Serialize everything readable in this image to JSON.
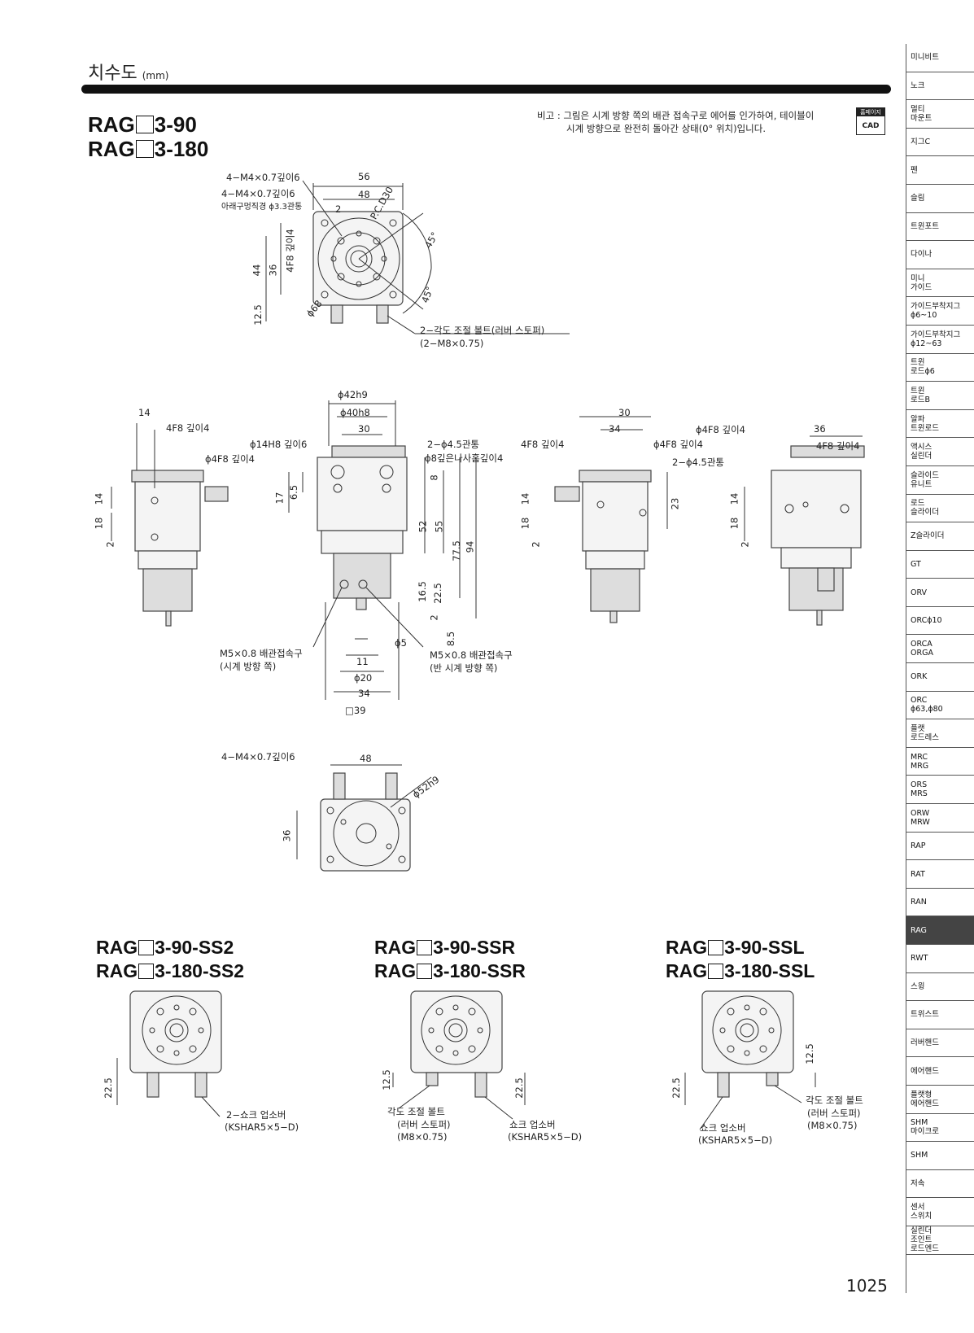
{
  "header": {
    "section_title": "치수도",
    "unit": "(mm)"
  },
  "models": {
    "main_line1": "RAG",
    "main_line1_suffix": "3-90",
    "main_line2": "RAG",
    "main_line2_suffix": "3-180",
    "ss2_line1": "RAG",
    "ss2_line1_suffix": "3-90-SS2",
    "ss2_line2": "RAG",
    "ss2_line2_suffix": "3-180-SS2",
    "ssr_line1": "RAG",
    "ssr_line1_suffix": "3-90-SSR",
    "ssr_line2": "RAG",
    "ssr_line2_suffix": "3-180-SSR",
    "ssl_line1": "RAG",
    "ssl_line1_suffix": "3-90-SSL",
    "ssl_line2": "RAG",
    "ssl_line2_suffix": "3-180-SSL"
  },
  "note": {
    "line1": "비고 : 그림은 시계 방향 쪽의 배관 접속구로 에어를 인가하여, 테이블이",
    "line2": "시계 방향으로 완전히 돌아간 상태(0° 위치)입니다.",
    "badge_top": "홈페이지",
    "badge_bottom": "CAD"
  },
  "top_view": {
    "l1": "4−M4×0.7깊이6",
    "l2": "4−M4×0.7깊이6",
    "l3": "아래구멍직경 ϕ3.3관통",
    "d56": "56",
    "d48": "48",
    "d2": "2",
    "pcd": "P.C.D30",
    "a45a": "45°",
    "a45b": "45°",
    "d44": "44",
    "d36": "36",
    "d12_5": "12.5",
    "hole": "4F8 깊이4",
    "phi68": "ϕ68",
    "bolt1": "2−각도 조절 볼트(러버 스토퍼)",
    "bolt2": "(2−M8×0.75)"
  },
  "front_view": {
    "phi42": "ϕ42h9",
    "phi40": "ϕ40h8",
    "d30": "30",
    "phi14": "ϕ14H8 깊이6",
    "phi45": "2−ϕ4.5관통",
    "phi8": "ϕ8깊은나사홈깊이4",
    "d17": "17",
    "d6_5": "6.5",
    "d52": "52",
    "d55": "55",
    "d77_5": "77.5",
    "d94": "94",
    "d16_5": "16.5",
    "d22_5": "22.5",
    "d2": "2",
    "d8": "8",
    "d8_5": "8.5",
    "m5a": "M5×0.8 배관접속구",
    "m5a2": "(시계 방향 쪽)",
    "m5b": "M5×0.8 배관접속구",
    "m5b2": "(반 시계 방향 쪽)",
    "phi5": "ϕ5",
    "d11": "11",
    "phi20": "ϕ20",
    "d34": "34",
    "sq39": "39"
  },
  "left_view": {
    "d14": "14",
    "hole1": "4F8 깊이4",
    "hole2": "ϕ4F8 깊이4",
    "d14b": "14",
    "d18": "18",
    "d2": "2"
  },
  "right_view": {
    "d30": "30",
    "d34": "34",
    "hole1": "4F8 깊이4",
    "hole2": "ϕ4F8 깊이4",
    "phi45": "2−ϕ4.5관통",
    "d14": "14",
    "d18": "18",
    "d2": "2",
    "d23": "23"
  },
  "side_view": {
    "hole": "ϕ4F8 깊이4",
    "d36": "36",
    "hole2": "4F8 깊이4",
    "d14": "14",
    "d18": "18",
    "d2": "2"
  },
  "bottom_view": {
    "l1": "4−M4×0.7깊이6",
    "d48": "48",
    "phi52": "ϕ52h9",
    "d36": "36"
  },
  "variants": {
    "ss2_dim": "22.5",
    "ss2_a": "2−쇼크 업소버",
    "ss2_b": "(KSHAR5×5−D)",
    "ssr_dim1": "12.5",
    "ssr_dim2": "22.5",
    "ssr_a": "각도 조절 볼트",
    "ssr_b": "(러버 스토퍼)",
    "ssr_c": "(M8×0.75)",
    "ssr_d": "쇼크 업소버",
    "ssr_e": "(KSHAR5×5−D)",
    "ssl_dim1": "22.5",
    "ssl_dim2": "12.5",
    "ssl_a": "각도 조절 볼트",
    "ssl_b": "(러버 스토퍼)",
    "ssl_c": "(M8×0.75)",
    "ssl_d": "쇼크 업소버",
    "ssl_e": "(KSHAR5×5−D)"
  },
  "sidebar": {
    "items": [
      "미니비트",
      "노크",
      "멀티\n마운트",
      "지그C",
      "펜",
      "슬림",
      "트윈포트",
      "다이나",
      "미니\n가이드",
      "가이드부착지그\nϕ6~10",
      "가이드부착지그\nϕ12~63",
      "트윈\n로드ϕ6",
      "트윈\n로드B",
      "알파\n트윈로드",
      "액시스\n실린더",
      "슬라이드\n유니트",
      "로드\n슬라이더",
      "Z슬라이더",
      "GT",
      "ORV",
      "ORCϕ10",
      "ORCA\nORGA",
      "ORK",
      "ORC\nϕ63,ϕ80",
      "플랫\n로드레스",
      "MRC\nMRG",
      "ORS\nMRS",
      "ORW\nMRW",
      "RAP",
      "RAT",
      "RAN",
      "RAG",
      "RWT",
      "스윙",
      "트위스트",
      "러버핸드",
      "에어핸드",
      "플랫형\n에어핸드",
      "SHM\n마이크로",
      "SHM",
      "저속",
      "센서\n스위치",
      "실린더\n조인트\n로드엔드"
    ],
    "active": "RAG"
  },
  "footer": {
    "page_number": "1025"
  }
}
